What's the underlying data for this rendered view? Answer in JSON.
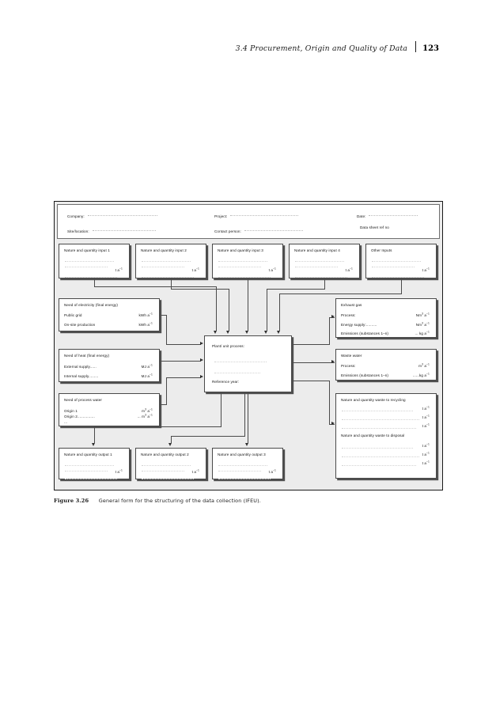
{
  "running_head": {
    "section": "3.4  Procurement, Origin and Quality of Data",
    "page_number": "123"
  },
  "figure": {
    "caption_label": "Figure 3.26",
    "caption_text": "General form for the structuring of the data collection (IFEU).",
    "header_fields": [
      {
        "label": "Company:"
      },
      {
        "label": "Project:"
      },
      {
        "label": "Date:"
      },
      {
        "label": "Site/location:"
      },
      {
        "label": "Contact person:"
      },
      {
        "label": "Data sheet ref no"
      }
    ],
    "inputs": [
      {
        "title": "Nature and quantity input 1",
        "unit": "t a"
      },
      {
        "title": "Nature and quantity input 2",
        "unit": "t a"
      },
      {
        "title": "Nature and quantity input 3",
        "unit": "t a"
      },
      {
        "title": "Nature and quantity input 4",
        "unit": "t a"
      },
      {
        "title": "Other Inputs",
        "unit": "t a"
      }
    ],
    "electricity": {
      "title": "Need of electricity (final energy)",
      "rows": [
        {
          "label": "Public grid",
          "unit": "kWh a"
        },
        {
          "label": "On-site production",
          "unit": "kWh a"
        }
      ]
    },
    "heat": {
      "title": "Need of heat (final energy)",
      "rows": [
        {
          "label": "External supply......",
          "unit": "MJ a"
        },
        {
          "label": "Internal supply.........",
          "unit": "MJ a"
        }
      ]
    },
    "water": {
      "title": "Need of process water",
      "rows": [
        {
          "label": "Origin 1",
          "unit": "m",
          "exp": "3",
          "unit2": " a"
        },
        {
          "label": "Origin 2................",
          "unit": "... m",
          "exp": "3",
          "unit2": " a"
        },
        {
          "label": "...",
          "unit": ""
        }
      ]
    },
    "process": {
      "title": "Plant/ unit process:",
      "reference_year": "Reference year:"
    },
    "exhaust": {
      "title": "Exhaust gas",
      "rows": [
        {
          "label": "Process:",
          "unit": "Nm",
          "exp": "3",
          "unit2": " a"
        },
        {
          "label": "Energy supply:..........",
          "unit": "Nm",
          "exp": "3",
          "unit2": " a"
        },
        {
          "label": "Emissions (substances 1–n)",
          "unit": "... kg a",
          "exp": "",
          "unit2": ""
        }
      ]
    },
    "waste_water": {
      "title": "Waste water",
      "rows": [
        {
          "label": "Process:",
          "unit": "m",
          "exp": "3",
          "unit2": " a"
        },
        {
          "label": "Emissions (substances 1–n)",
          "unit": "......kg a",
          "exp": "",
          "unit2": ""
        }
      ]
    },
    "waste": {
      "recycling_title": "Nature and quantity waste to recycling",
      "recycling_units": [
        "t a",
        "t a",
        "t a"
      ],
      "disposal_title": "Nature and quantity waste to disposal",
      "disposal_units": [
        "t a",
        "t a",
        "t a"
      ]
    },
    "outputs": [
      {
        "title": "Nature and quantity output 1",
        "unit": "t a"
      },
      {
        "title": "Nature and quantity output 2",
        "unit": "t a"
      },
      {
        "title": "Nature and quantity output 3",
        "unit": "t a"
      }
    ],
    "exponent_year": "−1"
  }
}
